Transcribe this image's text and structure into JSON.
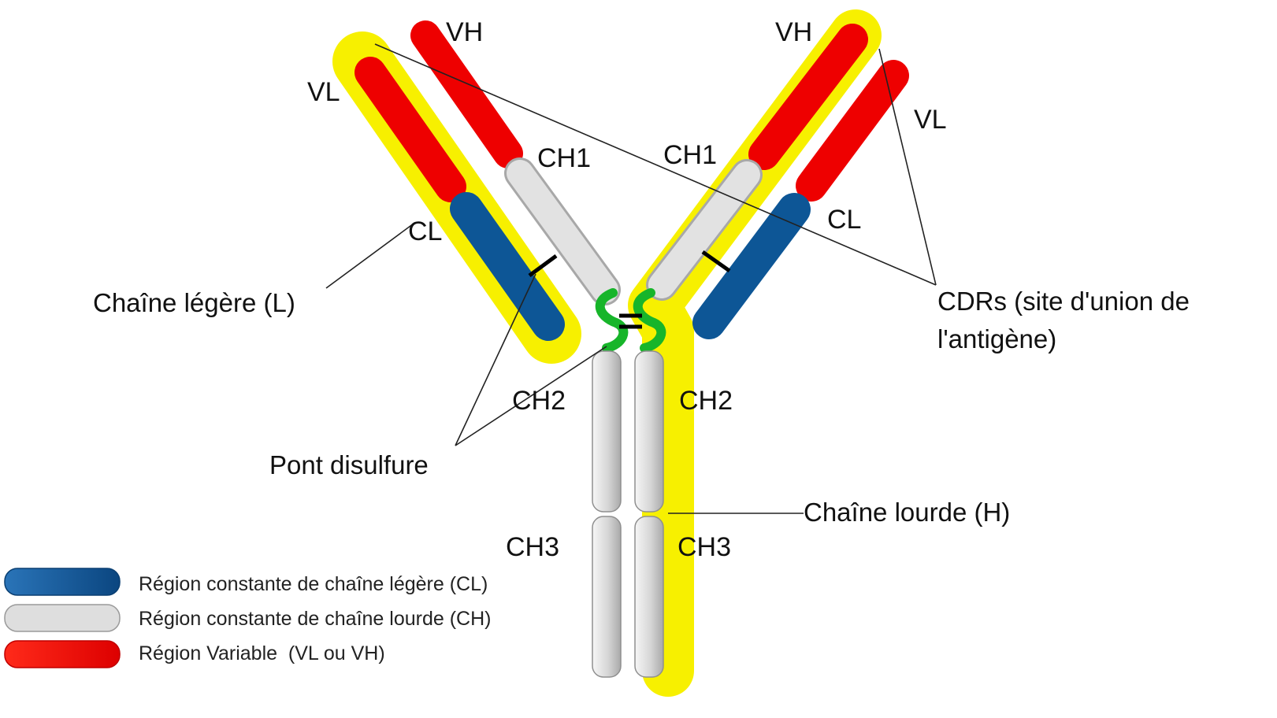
{
  "domains": {
    "vh_left": "VH",
    "vh_right": "VH",
    "vl_left": "VL",
    "vl_right": "VL",
    "ch1_left": "CH1",
    "ch1_right": "CH1",
    "cl_left": "CL",
    "cl_right": "CL",
    "ch2_left": "CH2",
    "ch2_right": "CH2",
    "ch3_left": "CH3",
    "ch3_right": "CH3"
  },
  "callouts": {
    "light_chain": "Chaîne légère (L)",
    "heavy_chain": "Chaîne lourde (H)",
    "disulfide": "Pont disulfure",
    "cdrs_line1": "CDRs (site d'union de",
    "cdrs_line2": "l'antigène)"
  },
  "legend": [
    {
      "label": "Région constante de chaîne légère (CL)",
      "color": "#0d5696"
    },
    {
      "label": "Région constante de chaîne lourde (CH)",
      "color": "#d8d8d8"
    },
    {
      "label": "Région Variable  (VL ou VH)",
      "color": "#ee0000"
    }
  ],
  "colors": {
    "variable": "#ee0000",
    "light_constant": "#0d5696",
    "heavy_constant": "#d9d9d9",
    "highlight": "#f7f000",
    "disulfide_green": "#17b52a"
  }
}
